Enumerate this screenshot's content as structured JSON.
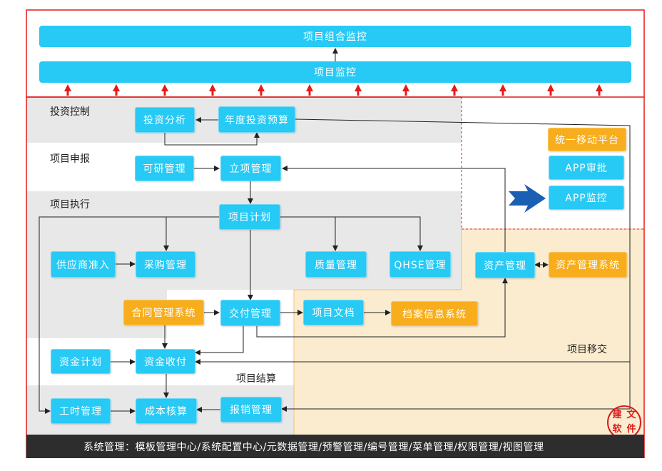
{
  "top": {
    "portfolio_monitor": "项目组合监控",
    "project_monitor": "项目监控"
  },
  "sections": {
    "investment_control": "投资控制",
    "project_application": "项目申报",
    "project_execution": "项目执行",
    "project_settlement": "项目结算",
    "project_handover": "项目移交"
  },
  "nodes": {
    "investment_analysis": "投资分析",
    "annual_budget": "年度投资预算",
    "feasibility_mgmt": "可研管理",
    "project_approval": "立项管理",
    "project_plan": "项目计划",
    "supplier_access": "供应商准入",
    "procurement_mgmt": "采购管理",
    "quality_mgmt": "质量管理",
    "qhse_mgmt": "QHSE管理",
    "asset_mgmt": "资产管理",
    "asset_system": "资产管理系统",
    "contract_system": "合同管理系统",
    "delivery_mgmt": "交付管理",
    "project_docs": "项目文档",
    "archive_system": "档案信息系统",
    "fund_plan": "资金计划",
    "fund_receipt": "资金收付",
    "labor_hours": "工时管理",
    "cost_accounting": "成本核算",
    "reimbursement": "报销管理"
  },
  "mobile": {
    "platform": "统一移动平台",
    "app_approval": "APP审批",
    "app_monitor": "APP监控"
  },
  "system_bar": "系统管理：模板管理中心/系统配置中心/元数据管理/预警管理/编号管理/菜单管理/权限管理/视图管理",
  "seal": {
    "chars": [
      "建",
      "文",
      "软",
      "件"
    ]
  },
  "colors": {
    "blue": "#27c9f5",
    "orange": "#f7ad1c",
    "red": "#e31b1b",
    "gray_zone": "#e8e8e8",
    "handover_zone": "#fbecd0",
    "dark_arrow": "#1a5fb4"
  }
}
